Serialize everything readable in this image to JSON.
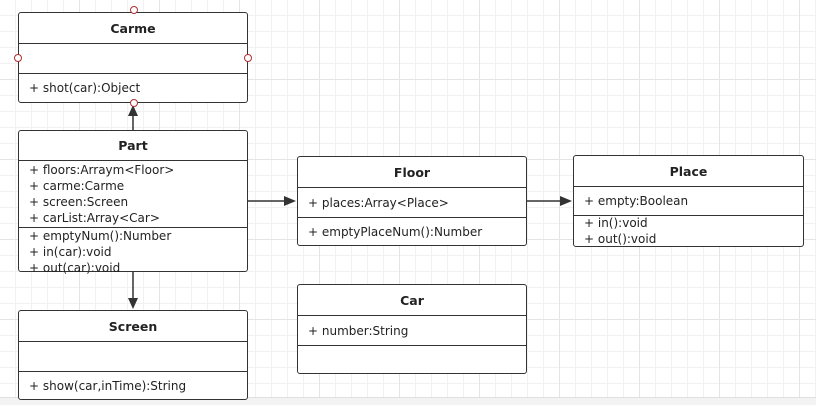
{
  "diagram": {
    "type": "uml-class-diagram",
    "classes": {
      "carme": {
        "name": "Carme",
        "attributes": [],
        "methods": [
          "+ shot(car):Object"
        ]
      },
      "part": {
        "name": "Part",
        "attributes": [
          "+ floors:Arraym<Floor>",
          "+ carme:Carme",
          "+ screen:Screen",
          "+ carList:Array<Car>"
        ],
        "methods": [
          "+ emptyNum():Number",
          "+ in(car):void",
          "+ out(car):void"
        ]
      },
      "screen": {
        "name": "Screen",
        "attributes": [],
        "methods": [
          "+ show(car,inTime):String"
        ]
      },
      "floor": {
        "name": "Floor",
        "attributes": [
          "+ places:Array<Place>"
        ],
        "methods": [
          "+ emptyPlaceNum():Number"
        ]
      },
      "place": {
        "name": "Place",
        "attributes": [
          "+ empty:Boolean"
        ],
        "methods": [
          "+ in():void",
          "+ out():void"
        ]
      },
      "car": {
        "name": "Car",
        "attributes": [
          "+ number:String"
        ],
        "methods": []
      }
    },
    "connectors": [
      {
        "from": "part",
        "to": "carme",
        "arrow": "open-triangle"
      },
      {
        "from": "part",
        "to": "screen",
        "arrow": "open-triangle"
      },
      {
        "from": "part",
        "to": "floor",
        "arrow": "open-triangle"
      },
      {
        "from": "floor",
        "to": "place",
        "arrow": "open-triangle"
      }
    ],
    "colors": {
      "line": "#333333",
      "port": "#b03030",
      "grid": "#e4e4e4"
    }
  }
}
